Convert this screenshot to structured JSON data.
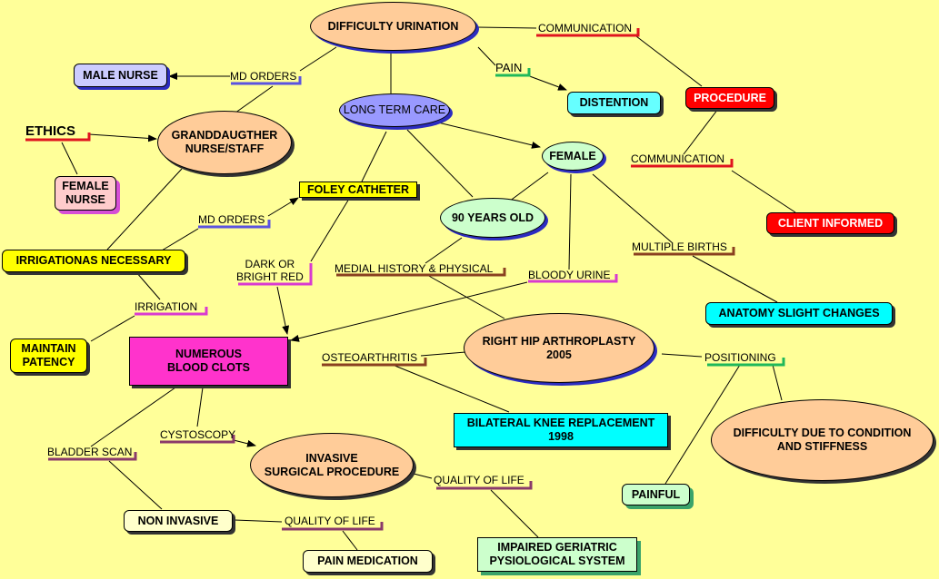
{
  "colors": {
    "background": "#ffff99",
    "salmon": "#ffcc99",
    "lavender": "#ccccff",
    "periwinkle": "#9999ff",
    "red": "#ff0000",
    "cyan": "#00ffff",
    "aqua": "#66ffff",
    "yellow": "#ffff00",
    "pink": "#ff33cc",
    "light_pink": "#ffcccc",
    "light_green": "#ccffcc",
    "pale_yellow": "#ffffcc",
    "mint": "#ccffcc"
  },
  "nodes": {
    "difficulty_urination": "DIFFICULTY URINATION",
    "male_nurse": "MALE NURSE",
    "granddaughter": "GRANDDAUGTHER\nNURSE/STAFF",
    "long_term_care": "LONG TERM CARE",
    "distention": "DISTENTION",
    "procedure": "PROCEDURE",
    "ethics": "ETHICS",
    "female_nurse": "FEMALE\nNURSE",
    "female": "FEMALE",
    "foley_catheter": "FOLEY CATHETER",
    "ninety_years_old": "90 YEARS OLD",
    "client_informed": "CLIENT INFORMED",
    "irrigation_necessary": "IRRIGATIONAS NECESSARY",
    "maintain_patency": "MAINTAIN\nPATENCY",
    "numerous_blood_clots": "NUMEROUS\nBLOOD CLOTS",
    "right_hip": "RIGHT HIP ARTHROPLASTY\n2005",
    "anatomy_slight_changes": "ANATOMY SLIGHT CHANGES",
    "bilateral_knee": "BILATERAL KNEE REPLACEMENT\n1998",
    "difficulty_condition": "DIFFICULTY DUE TO CONDITION\nAND STIFFNESS",
    "invasive_surgical": "INVASIVE\nSURGICAL PROCEDURE",
    "painful": "PAINFUL",
    "non_invasive": "NON INVASIVE",
    "pain_medication": "PAIN MEDICATION",
    "impaired_geriatric": "IMPAIRED GERIATRIC\nPYSIOLOGICAL SYSTEM"
  },
  "links": {
    "communication_top": "COMMUNICATION",
    "md_orders_top": "MD ORDERS",
    "pain": "PAIN",
    "communication_right": "COMMUNICATION",
    "md_orders_mid": "MD ORDERS",
    "dark_or_bright_red": "DARK OR\nBRIGHT RED",
    "multiple_births": "MULTIPLE BIRTHS",
    "medial_history": "MEDIAL HISTORY & PHYSICAL",
    "bloody_urine": "BLOODY URINE",
    "irrigation": "IRRIGATION",
    "osteoarthritis": "OSTEOARTHRITIS",
    "positioning": "POSITIONING",
    "cystoscopy": "CYSTOSCOPY",
    "bladder_scan": "BLADDER SCAN",
    "quality_of_life_right": "QUALITY OF LIFE",
    "quality_of_life_left": "QUALITY OF LIFE"
  }
}
